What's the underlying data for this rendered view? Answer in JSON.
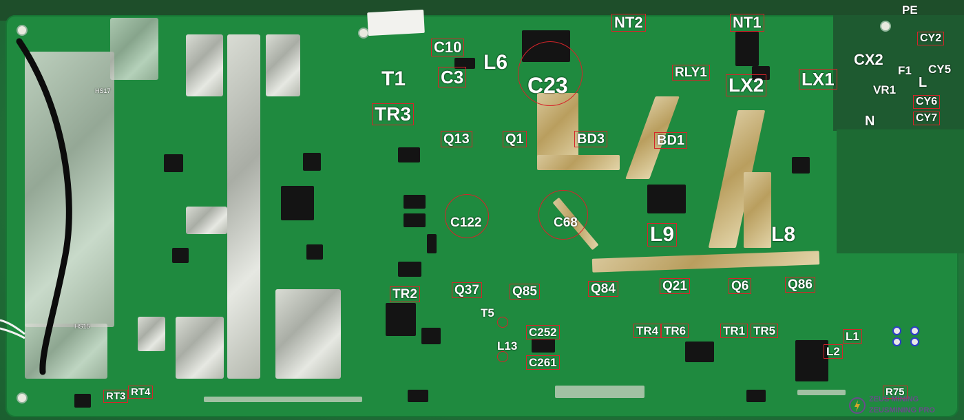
{
  "image": {
    "subject": "green power supply circuit board with red component labels",
    "colors": {
      "board": "#1f8a3f",
      "label_outline": "#d6242a",
      "label_text": "#ffffff",
      "heatsink": "#c9ccc4"
    }
  },
  "labels": [
    {
      "id": "PE",
      "text": "PE"
    },
    {
      "id": "NT2",
      "text": "NT2"
    },
    {
      "id": "NT1",
      "text": "NT1"
    },
    {
      "id": "CY2",
      "text": "CY2"
    },
    {
      "id": "C10",
      "text": "C10"
    },
    {
      "id": "L6",
      "text": "L6"
    },
    {
      "id": "T1",
      "text": "T1"
    },
    {
      "id": "C3",
      "text": "C3"
    },
    {
      "id": "C23",
      "text": "C23"
    },
    {
      "id": "RLY1",
      "text": "RLY1"
    },
    {
      "id": "LX2",
      "text": "LX2"
    },
    {
      "id": "LX1",
      "text": "LX1"
    },
    {
      "id": "CX2",
      "text": "CX2"
    },
    {
      "id": "F1",
      "text": "F1"
    },
    {
      "id": "CY5",
      "text": "CY5"
    },
    {
      "id": "VR1",
      "text": "VR1"
    },
    {
      "id": "L",
      "text": "L"
    },
    {
      "id": "CY6",
      "text": "CY6"
    },
    {
      "id": "N",
      "text": "N"
    },
    {
      "id": "CY7",
      "text": "CY7"
    },
    {
      "id": "TR3",
      "text": "TR3"
    },
    {
      "id": "Q13",
      "text": "Q13"
    },
    {
      "id": "Q1",
      "text": "Q1"
    },
    {
      "id": "BD3",
      "text": "BD3"
    },
    {
      "id": "BD1",
      "text": "BD1"
    },
    {
      "id": "C122",
      "text": "C122"
    },
    {
      "id": "C68",
      "text": "C68"
    },
    {
      "id": "L9",
      "text": "L9"
    },
    {
      "id": "L8",
      "text": "L8"
    },
    {
      "id": "TR2",
      "text": "TR2"
    },
    {
      "id": "Q37",
      "text": "Q37"
    },
    {
      "id": "Q85",
      "text": "Q85"
    },
    {
      "id": "Q84",
      "text": "Q84"
    },
    {
      "id": "Q21",
      "text": "Q21"
    },
    {
      "id": "Q6",
      "text": "Q6"
    },
    {
      "id": "Q86",
      "text": "Q86"
    },
    {
      "id": "T5",
      "text": "T5"
    },
    {
      "id": "C252",
      "text": "C252"
    },
    {
      "id": "L13",
      "text": "L13"
    },
    {
      "id": "C261",
      "text": "C261"
    },
    {
      "id": "TR4",
      "text": "TR4"
    },
    {
      "id": "TR6",
      "text": "TR6"
    },
    {
      "id": "TR1",
      "text": "TR1"
    },
    {
      "id": "TR5",
      "text": "TR5"
    },
    {
      "id": "L1",
      "text": "L1"
    },
    {
      "id": "L2",
      "text": "L2"
    },
    {
      "id": "R75",
      "text": "R75"
    },
    {
      "id": "RT3",
      "text": "RT3"
    },
    {
      "id": "RT4",
      "text": "RT4"
    }
  ],
  "silkscreen": {
    "hs17": "HS17",
    "hs15": "HS15"
  },
  "watermark": {
    "line1": "ZEUS MINING",
    "line2": "ZEUSMINING PRO"
  }
}
